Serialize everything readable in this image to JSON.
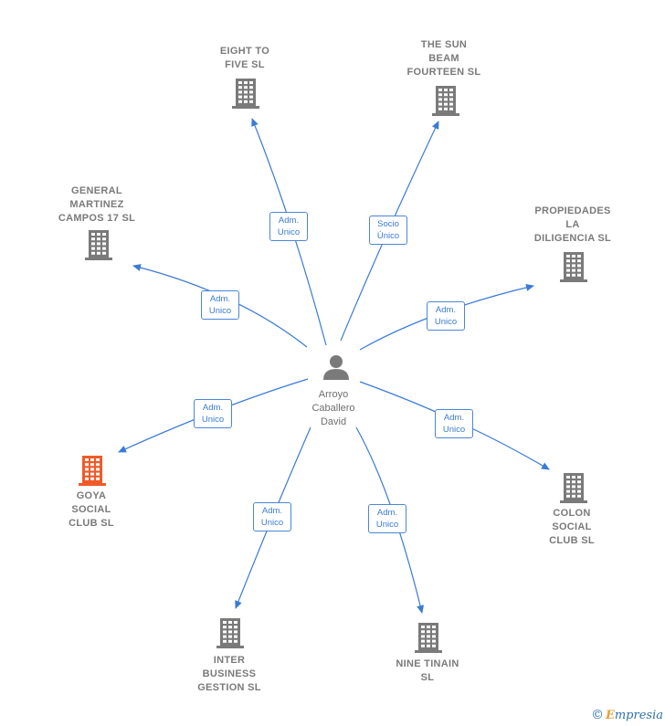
{
  "colors": {
    "edge": "#3a7bd5",
    "building": "#7a7a7a",
    "building_highlight": "#f05a28",
    "person": "#7a7a7a"
  },
  "center": {
    "name": "Arroyo\nCaballero\nDavid",
    "icon": "person-icon"
  },
  "companies": [
    {
      "id": "eight-to-five",
      "label": "EIGHT TO\nFIVE  SL",
      "icon": "building-icon",
      "highlight": false,
      "relation": "Adm.\nUnico"
    },
    {
      "id": "sun-beam",
      "label": "THE SUN\nBEAM\nFOURTEEN  SL",
      "icon": "building-icon",
      "highlight": false,
      "relation": "Socio\nÚnico"
    },
    {
      "id": "general-martinez",
      "label": "GENERAL\nMARTINEZ\nCAMPOS 17  SL",
      "icon": "building-icon",
      "highlight": false,
      "relation": "Adm.\nUnico"
    },
    {
      "id": "propiedades",
      "label": "PROPIEDADES\nLA\nDILIGENCIA  SL",
      "icon": "building-icon",
      "highlight": false,
      "relation": "Adm.\nUnico"
    },
    {
      "id": "goya",
      "label": "GOYA\nSOCIAL\nCLUB  SL",
      "icon": "building-icon",
      "highlight": true,
      "relation": "Adm.\nUnico"
    },
    {
      "id": "colon",
      "label": "COLON\nSOCIAL\nCLUB  SL",
      "icon": "building-icon",
      "highlight": false,
      "relation": "Adm.\nUnico"
    },
    {
      "id": "inter",
      "label": "INTER\nBUSINESS\nGESTION  SL",
      "icon": "building-icon",
      "highlight": false,
      "relation": "Adm.\nUnico"
    },
    {
      "id": "nine-tinain",
      "label": "NINE TINAIN\nSL",
      "icon": "building-icon",
      "highlight": false,
      "relation": "Adm.\nUnico"
    }
  ],
  "footer": {
    "copyright_symbol": "©",
    "brand_initial": "E",
    "brand_rest": "mpresia"
  }
}
